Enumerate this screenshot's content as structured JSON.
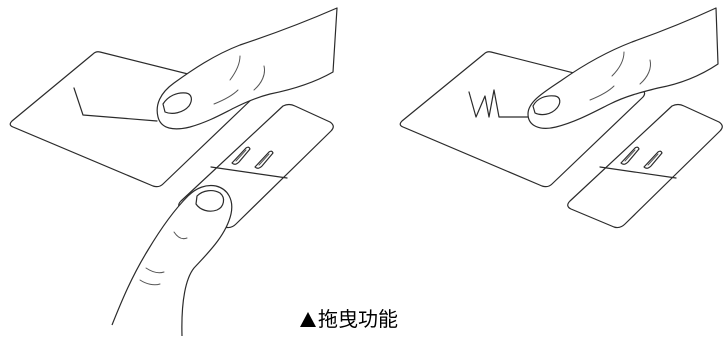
{
  "caption": {
    "text": "拖曳功能",
    "marker": "triangle-up"
  },
  "illustrations": [
    {
      "name": "left-touchpad-drag",
      "elements": [
        "touchpad",
        "finger-on-pad",
        "left-button-with-finger",
        "right-button",
        "drag-path"
      ]
    },
    {
      "name": "right-touchpad-drag",
      "elements": [
        "touchpad",
        "finger-on-pad",
        "left-button",
        "right-button",
        "zigzag-path"
      ]
    }
  ],
  "colors": {
    "line": "#2b2b2b",
    "background": "#ffffff",
    "caption": "#000000"
  }
}
